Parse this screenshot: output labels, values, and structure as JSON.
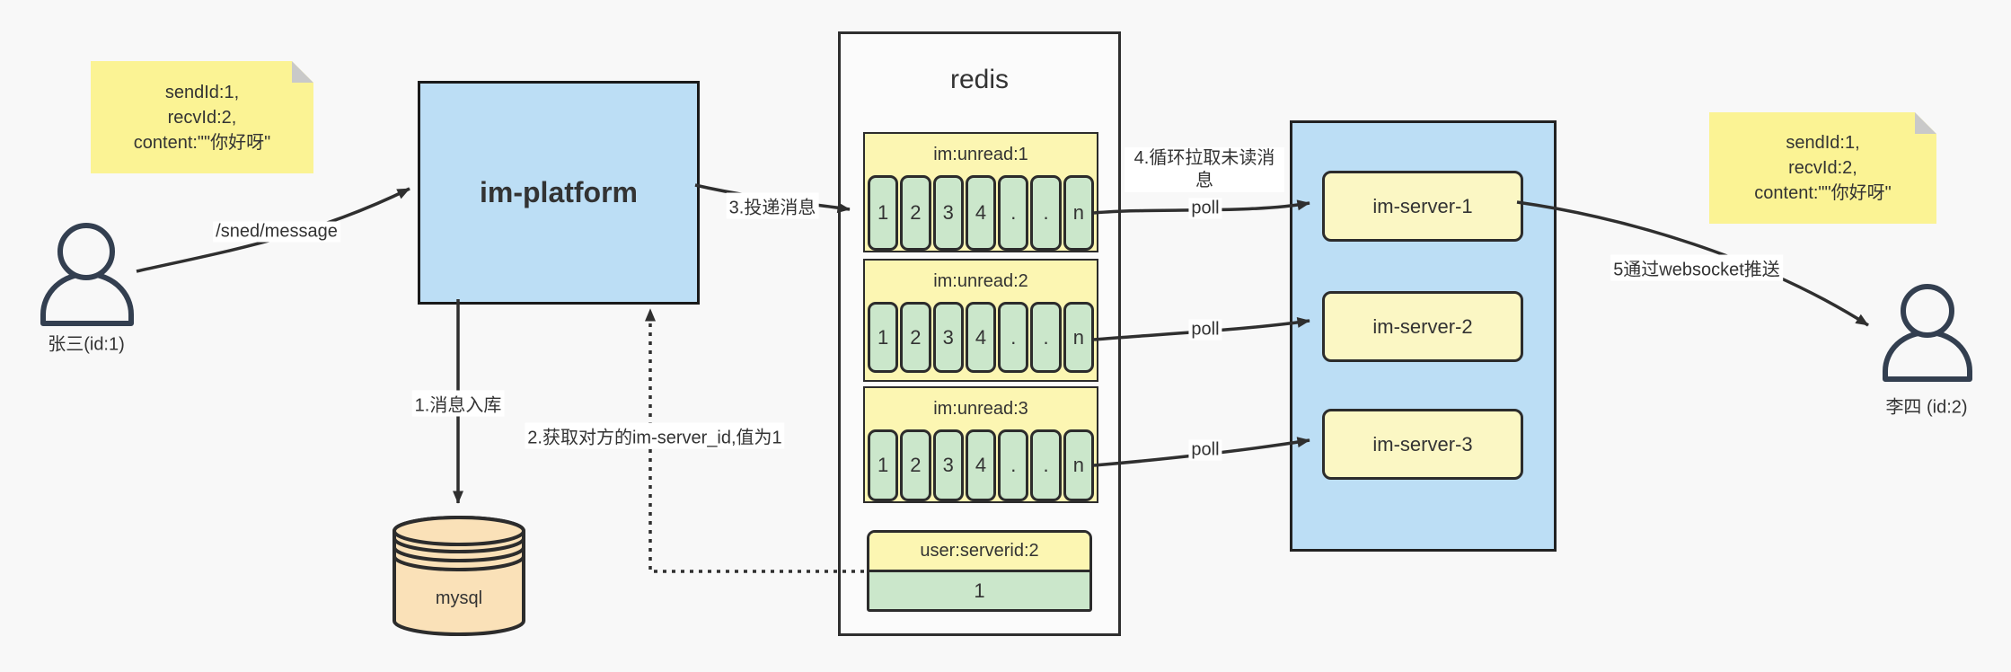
{
  "palette": {
    "background": "#f8f8f8",
    "note_yellow": "#fbf394",
    "box_blue": "#bcdef5",
    "header_yellow": "#fcf6b2",
    "server_yellow": "#fbf7c4",
    "cell_green": "#cbe7cb",
    "db_peach": "#fae1b8",
    "stroke_dark": "#333333",
    "person_stroke": "#333f50"
  },
  "actors": {
    "sender": {
      "label": "张三(id:1)"
    },
    "receiver": {
      "label": "李四 (id:2)"
    }
  },
  "notes": {
    "left": {
      "lines": [
        "sendId:1,",
        "recvId:2,",
        "content:\"\"你好呀\""
      ]
    },
    "right": {
      "lines": [
        "sendId:1,",
        "recvId:2,",
        "content:\"\"你好呀\""
      ]
    }
  },
  "platform": {
    "label": "im-platform"
  },
  "database": {
    "label": "mysql"
  },
  "redis": {
    "title": "redis",
    "queues": [
      {
        "title": "im:unread:1",
        "cells": [
          "1",
          "2",
          "3",
          "4",
          ".",
          ".",
          "n"
        ]
      },
      {
        "title": "im:unread:2",
        "cells": [
          "1",
          "2",
          "3",
          "4",
          ".",
          ".",
          "n"
        ]
      },
      {
        "title": "im:unread:3",
        "cells": [
          "1",
          "2",
          "3",
          "4",
          ".",
          ".",
          "n"
        ]
      }
    ],
    "mapping": {
      "title": "user:serverid:2",
      "value": "1"
    }
  },
  "server_cluster": {
    "servers": [
      {
        "label": "im-server-1"
      },
      {
        "label": "im-server-2"
      },
      {
        "label": "im-server-3"
      }
    ]
  },
  "edges": {
    "send": "/sned/message",
    "step1": "1.消息入库",
    "step2": "2.获取对方的im-server_id,值为1",
    "step3": "3.投递消息",
    "step4": "4.循环拉取未读消息",
    "step5": "5通过websocket推送",
    "poll": "poll"
  }
}
